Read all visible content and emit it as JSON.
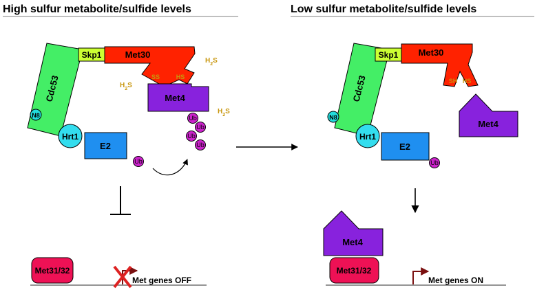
{
  "panels": {
    "left": {
      "title": "High sulfur metabolite/sulfide levels",
      "proteins": {
        "cdc53": "Cdc53",
        "skp1": "Skp1",
        "met30": "Met30",
        "met4": "Met4",
        "n8": "N8",
        "hrt1": "Hrt1",
        "e2": "E2",
        "met31_32": "Met31/32"
      },
      "groups": {
        "ss": "SS",
        "hs": "HS"
      },
      "h2s_label": "H2S",
      "ub_label": "Ub",
      "gene_label": "Met genes OFF"
    },
    "right": {
      "title": "Low sulfur metabolite/sulfide levels",
      "proteins": {
        "cdc53": "Cdc53",
        "skp1": "Skp1",
        "met30": "Met30",
        "met4_free": "Met4",
        "met4_bound": "Met4",
        "n8": "N8",
        "hrt1": "Hrt1",
        "e2": "E2",
        "met31_32": "Met31/32"
      },
      "groups": {
        "sh": "SH",
        "hs": "HS"
      },
      "ub_label": "Ub",
      "gene_label": "Met genes ON"
    }
  },
  "colors": {
    "cdc53": "#44ee66",
    "skp1": "#ccff33",
    "met30": "#ff2200",
    "met4": "#8822dd",
    "n8": "#22dddd",
    "hrt1": "#33ddee",
    "e2": "#1f8ff0",
    "ub": "#cc22cc",
    "met31_32": "#ee1155",
    "sulfur_text": "#c8960c",
    "off_cross": "#dd2222",
    "promoter_arrow": "#7a1010"
  }
}
